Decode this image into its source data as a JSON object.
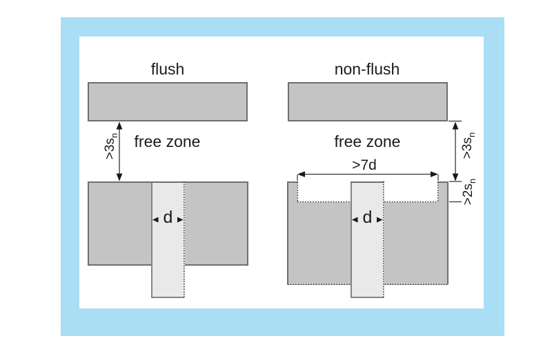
{
  "diagram": {
    "left": {
      "title": "flush",
      "free_zone_label": "free zone",
      "gap_dimension": {
        "text": ">3s",
        "sub": "n"
      },
      "diameter_label": "d"
    },
    "right": {
      "title": "non-flush",
      "free_zone_label": "free zone",
      "gap_dimension": {
        "text": ">3s",
        "sub": "n"
      },
      "recess_depth_dimension": {
        "text": ">2s",
        "sub": "n"
      },
      "recess_width_label": ">7d",
      "diameter_label": "d"
    },
    "colors": {
      "frame": "#a9def5",
      "metal_fill": "#c4c4c4",
      "metal_border": "#6e6e6e",
      "sensor_fill": "#e9e9e9",
      "dimension_line": "#1a1a1a"
    }
  }
}
